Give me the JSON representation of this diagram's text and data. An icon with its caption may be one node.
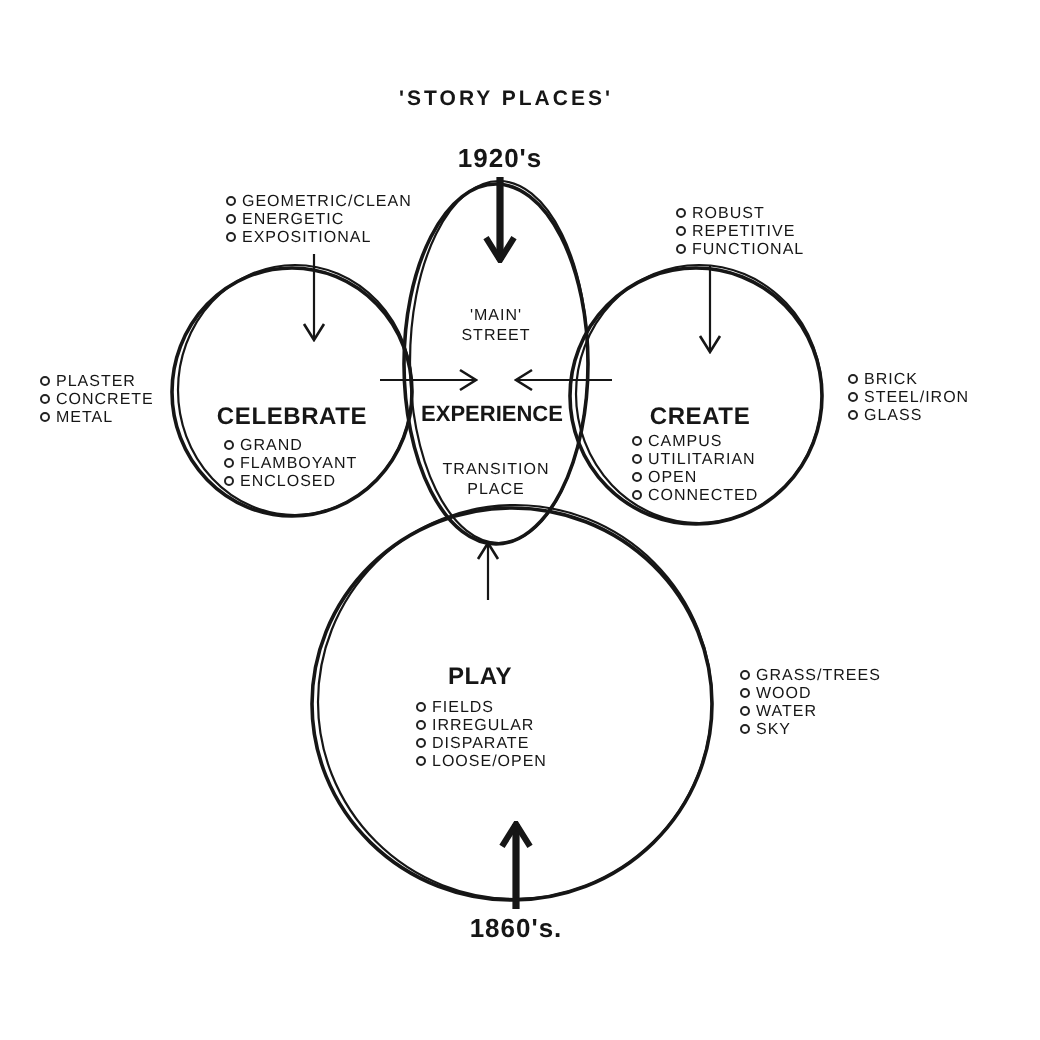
{
  "diagram": {
    "title": "'STORY PLACES'",
    "nodes": [
      {
        "text": [
          "1920's"
        ]
      },
      {
        "text": [
          "GEOMETRIC/CLEAN",
          "ENERGETIC",
          "EXPOSITIONAL"
        ]
      },
      {
        "text": [
          "ROBUST",
          "REPETITIVE",
          "FUNCTIONAL"
        ]
      },
      {
        "text": [
          "CELEBRATE",
          "GRAND",
          "FLAMBOYANT",
          "ENCLOSED"
        ],
        "beside": [
          "PLASTER",
          "CONCRETE",
          "METAL"
        ]
      },
      {
        "text": [
          "'MAIN' STREET",
          "EXPERIENCE",
          "TRANSITION PLACE"
        ]
      },
      {
        "text": [
          "CREATE",
          "CAMPUS",
          "UTILITARIAN",
          "OPEN",
          "CONNECTED"
        ],
        "beside": [
          "BRICK",
          "STEEL/IRON",
          "GLASS"
        ]
      },
      {
        "text": [
          "PLAY",
          "FIELDS",
          "IRREGULAR",
          "DISPARATE",
          "LOOSE/OPEN"
        ],
        "beside": [
          "GRASS/TREES",
          "WOOD",
          "WATER",
          "SKY"
        ]
      },
      {
        "text": [
          "1860's."
        ]
      }
    ],
    "edges": [
      {
        "from": 0,
        "to": 4,
        "arrow": "to",
        "style": "thick"
      },
      {
        "from": 1,
        "to": 3,
        "arrow": "to"
      },
      {
        "from": 2,
        "to": 5,
        "arrow": "to"
      },
      {
        "from": 3,
        "to": 4,
        "arrow": "to"
      },
      {
        "from": 5,
        "to": 4,
        "arrow": "to"
      },
      {
        "from": 6,
        "to": 4,
        "arrow": "to"
      },
      {
        "from": 7,
        "to": 6,
        "arrow": "to",
        "style": "thick"
      }
    ]
  }
}
